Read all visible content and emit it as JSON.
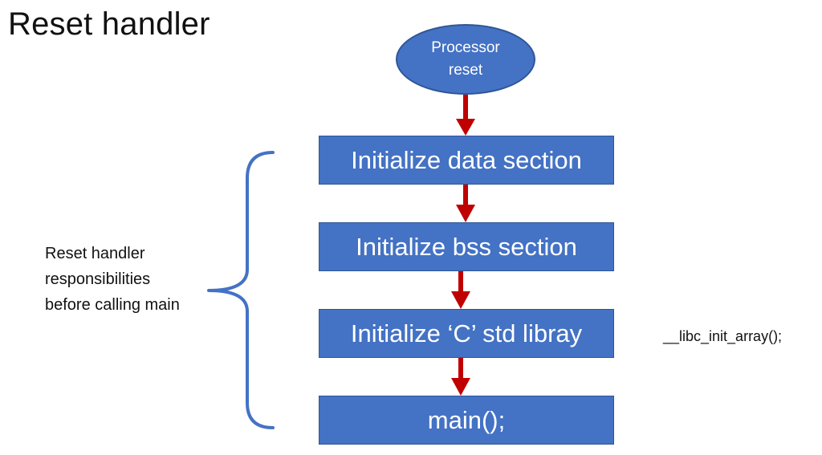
{
  "title": "Reset handler",
  "start_node": "Processor\nreset",
  "steps": [
    "Initialize data section",
    "Initialize bss section",
    "Initialize ‘C’ std libray",
    "main();"
  ],
  "side_label": "Reset handler\nresponsibilities\nbefore calling main",
  "code_note": "__libc_init_array();",
  "colors": {
    "box_fill": "#4472c4",
    "box_border": "#2f5597",
    "arrow": "#c00000",
    "brace": "#4472c4"
  }
}
